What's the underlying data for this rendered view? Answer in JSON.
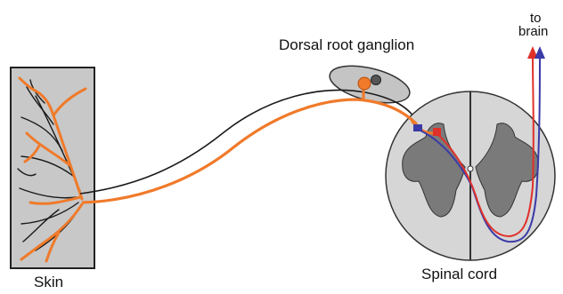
{
  "labels": {
    "dorsal_root_ganglion": "Dorsal root ganglion",
    "to": "to",
    "brain": "brain",
    "spinal_cord": "Spinal cord",
    "skin": "Skin"
  },
  "colors": {
    "sensory_fiber": "#f07a2a",
    "nerve_fiber": "#1a1a1a",
    "ascending_red": "#e0302a",
    "ascending_blue": "#3a3aa8",
    "tissue_fill": "#c8c8c8",
    "gray_matter": "#7a7a7a",
    "cord_fill": "#d6d6d6"
  }
}
